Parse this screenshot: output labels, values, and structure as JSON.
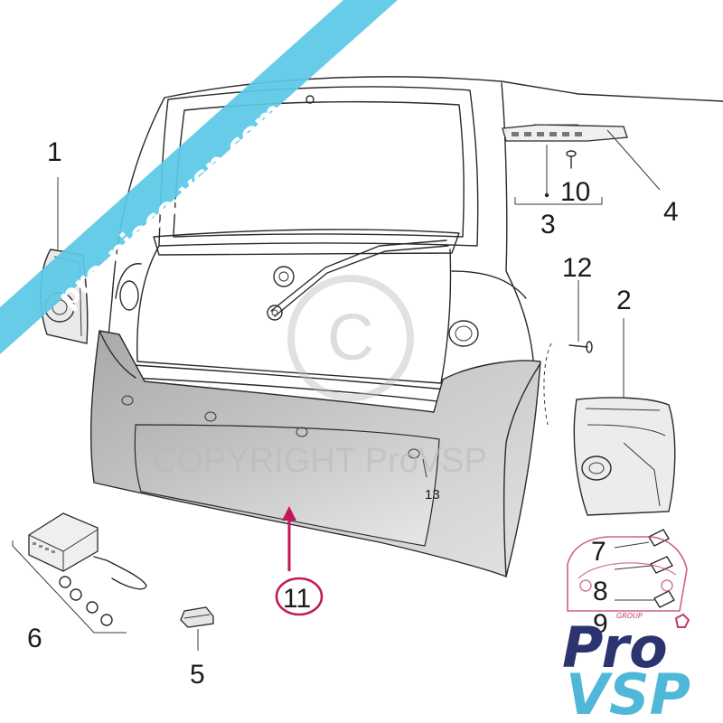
{
  "diagram": {
    "callouts": [
      {
        "id": "1",
        "label": "1"
      },
      {
        "id": "2",
        "label": "2"
      },
      {
        "id": "3",
        "label": "3"
      },
      {
        "id": "4",
        "label": "4"
      },
      {
        "id": "5",
        "label": "5"
      },
      {
        "id": "6",
        "label": "6"
      },
      {
        "id": "7",
        "label": "7"
      },
      {
        "id": "8",
        "label": "8"
      },
      {
        "id": "9",
        "label": "9"
      },
      {
        "id": "10",
        "label": "10"
      },
      {
        "id": "11",
        "label": "11"
      },
      {
        "id": "12",
        "label": "12"
      },
      {
        "id": "13",
        "label": "13"
      }
    ],
    "highlight_color": "#c2185b",
    "bumper_color": "#c4c4c4"
  },
  "watermark": {
    "copyright_text": "COPYRIGHT ProVSP"
  },
  "banner": {
    "text": "pro-piece-vsp.com",
    "color": "#5bc8e6"
  },
  "logo": {
    "group": "GROUP",
    "pro": "Pro",
    "vsp": "VSP",
    "colors": {
      "pro": "#2c3470",
      "vsp": "#4fb8d8",
      "accent": "#c23a6a"
    }
  }
}
